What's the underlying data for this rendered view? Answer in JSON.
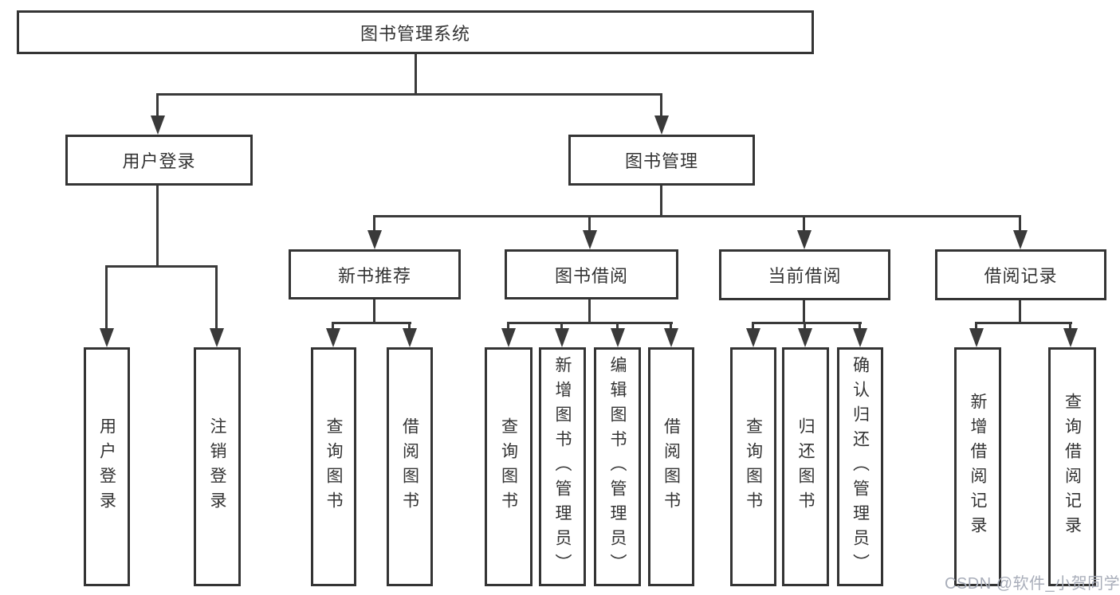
{
  "diagram_title": "图书管理系统",
  "colors": {
    "background": "#ffffff",
    "box_border": "#343434",
    "line": "#3a3a3a",
    "text": "#333333",
    "watermark": "#a9aeba"
  },
  "nodes": {
    "root": {
      "label": "图书管理系统"
    },
    "user_login": {
      "label": "用户登录"
    },
    "book_mgmt": {
      "label": "图书管理"
    },
    "new_book": {
      "label": "新书推荐"
    },
    "book_borrow": {
      "label": "图书借阅"
    },
    "current_borrow": {
      "label": "当前借阅"
    },
    "borrow_record": {
      "label": "借阅记录"
    }
  },
  "leaves": {
    "user_login": [
      "用户登录",
      "注销登录"
    ],
    "new_book": [
      "查询图书",
      "借阅图书"
    ],
    "book_borrow": [
      "查询图书",
      "新增图书（管理员）",
      "编辑图书（管理员）",
      "借阅图书"
    ],
    "current_borrow": [
      "查询图书",
      "归还图书",
      "确认归还（管理员）"
    ],
    "borrow_record": [
      "新增借阅记录",
      "查询借阅记录"
    ]
  },
  "watermark": "CSDN @软件_小贺同学"
}
